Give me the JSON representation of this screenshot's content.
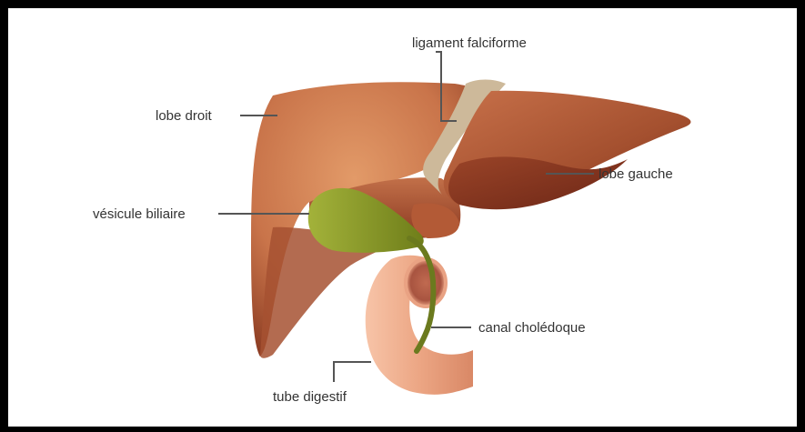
{
  "labels": {
    "ligament_falciforme": "ligament falciforme",
    "lobe_droit": "lobe droit",
    "lobe_gauche": "lobe gauche",
    "vesicule_biliaire": "vésicule biliaire",
    "canal_choledoque": "canal cholédoque",
    "tube_digestif": "tube digestif"
  },
  "colors": {
    "frame": "#000000",
    "liver_light": "#d98a57",
    "liver_mid": "#b8633a",
    "liver_dark": "#7a2f1c",
    "ligament": "#cdb99a",
    "gallbladder": "#8a9a26",
    "bile_duct": "#6b7a1e",
    "intestine": "#f0b394"
  }
}
